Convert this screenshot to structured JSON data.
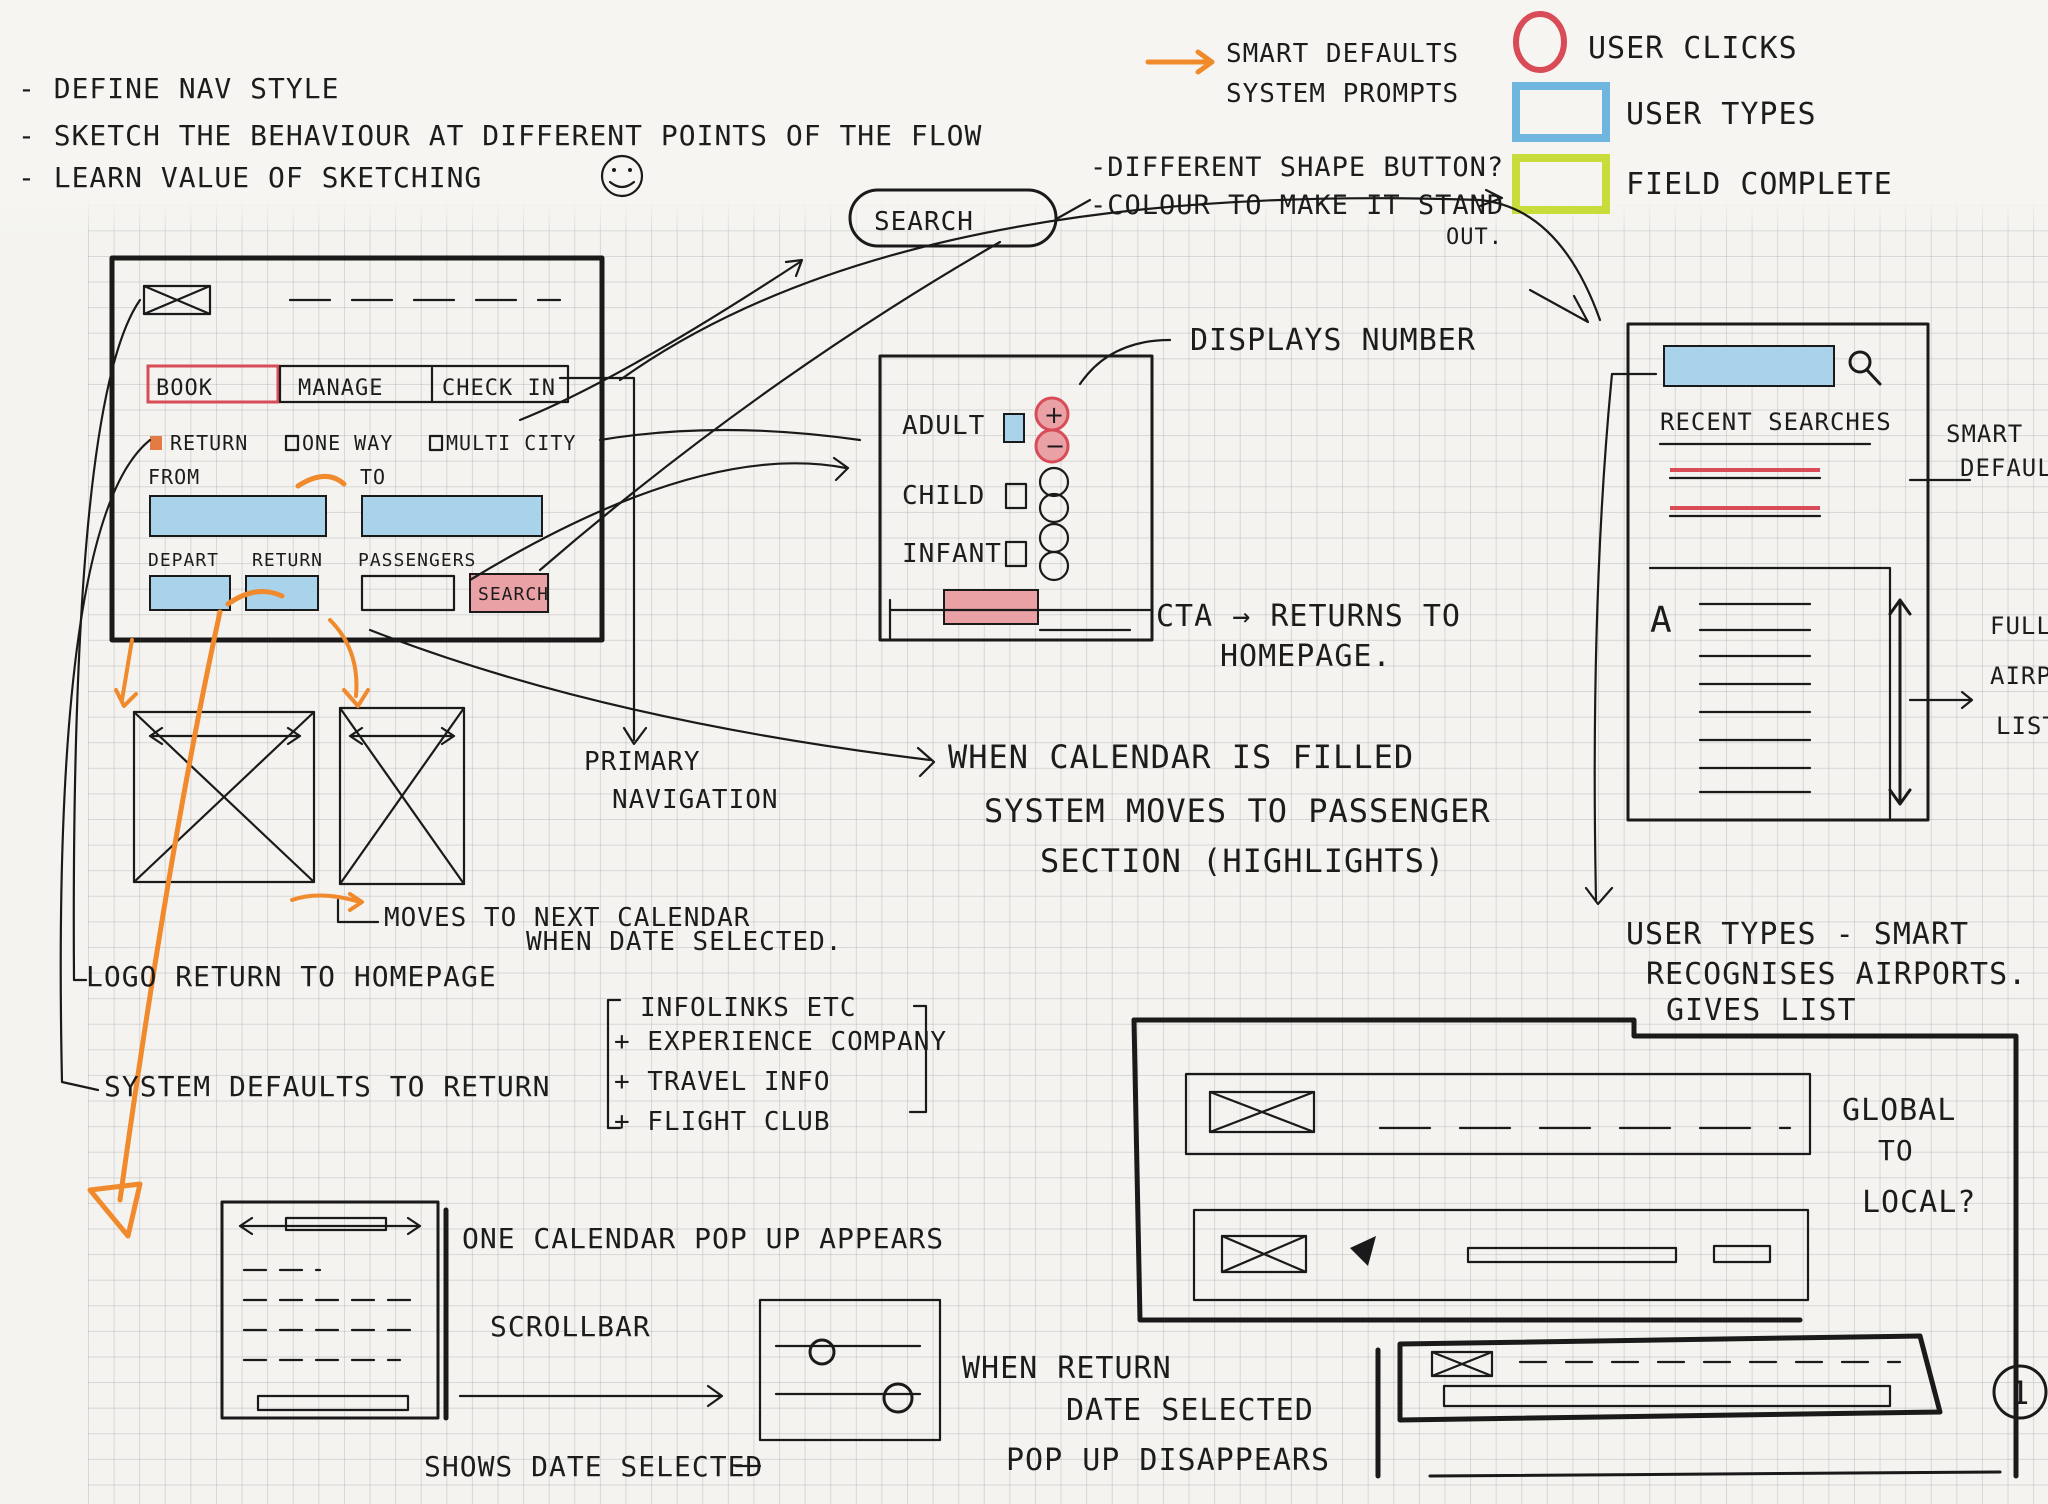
{
  "goals": [
    "- DEFINE NAV STYLE",
    "- SKETCH THE BEHAVIOUR AT DIFFERENT POINTS OF THE FLOW",
    "- LEARN VALUE OF SKETCHING"
  ],
  "legend": {
    "smart_defaults_1": "SMART DEFAULTS",
    "smart_defaults_2": "SYSTEM PROMPTS",
    "user_clicks": "USER CLICKS",
    "user_types": "USER TYPES",
    "field_complete": "FIELD COMPLETE"
  },
  "search_note": {
    "pill": "SEARCH",
    "line1": "-DIFFERENT SHAPE BUTTON?",
    "line2": "-COLOUR TO MAKE IT STAND",
    "line3": "OUT."
  },
  "homepage_sketch": {
    "tab_book": "BOOK",
    "tab_manage": "MANAGE",
    "tab_checkin": "CHECK IN",
    "radio_return": "RETURN",
    "radio_oneway": "ONE WAY",
    "radio_multicity": "MULTI CITY",
    "label_from": "FROM",
    "label_to": "TO",
    "label_depart": "DEPART",
    "label_return": "RETURN",
    "label_passengers": "PASSENGERS",
    "search_btn": "SEARCH"
  },
  "passenger_sketch": {
    "adult": "ADULT",
    "child": "CHILD",
    "infant": "INFANT"
  },
  "notes": {
    "displays_number": "DISPLAYS NUMBER",
    "cta_1": "CTA → RETURNS TO",
    "cta_2": "HOMEPAGE.",
    "primary_nav_1": "PRIMARY",
    "primary_nav_2": "NAVIGATION",
    "calendar_filled_1": "WHEN CALENDAR IS FILLED",
    "calendar_filled_2": "SYSTEM MOVES TO PASSENGER",
    "calendar_filled_3": "SECTION (HIGHLIGHTS)",
    "next_calendar_1": "MOVES TO NEXT CALENDAR",
    "next_calendar_2": "WHEN DATE SELECTED.",
    "logo_return": "LOGO RETURN TO HOMEPAGE",
    "system_defaults": "SYSTEM DEFAULTS TO RETURN",
    "infolinks": "INFOLINKS ETC",
    "experience": "+ EXPERIENCE COMPANY",
    "travel_info": "+ TRAVEL INFO",
    "flight_club": "+ FLIGHT CLUB",
    "calendar_popup": "ONE CALENDAR POP UP APPEARS",
    "scrollbar": "SCROLLBAR",
    "shows_date": "SHOWS DATE SELECTED",
    "return_date_1": "WHEN RETURN",
    "return_date_2": "DATE SELECTED",
    "return_date_3": "POP UP DISAPPEARS",
    "recent_searches": "RECENT SEARCHES",
    "smart_default_side_1": "SMART",
    "smart_default_side_2": "DEFAULT",
    "letter_a": "A",
    "full_list_1": "FULL",
    "full_list_2": "AIRP",
    "full_list_3": "LIST",
    "user_types_1": "USER TYPES - SMART",
    "user_types_2": "RECOGNISES AIRPORTS.",
    "user_types_3": "GIVES LIST",
    "global_1": "GLOBAL",
    "global_2": "TO",
    "global_3": "LOCAL?",
    "page_number": "1"
  },
  "colors": {
    "ink": "#1a1a1a",
    "user_clicks": "#d84b57",
    "user_types": "#6fb6df",
    "field_complete": "#c8dc3c",
    "smart_defaults": "#f08a2c"
  }
}
